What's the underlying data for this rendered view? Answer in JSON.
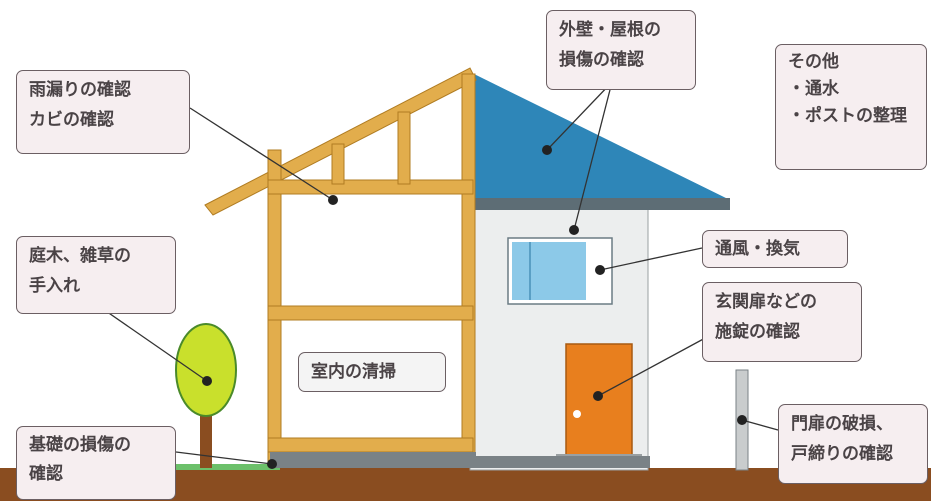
{
  "colors": {
    "timber": "#e2ad4c",
    "roof": "#2e86b8",
    "wall": "#eceeee",
    "door": "#e87f1e",
    "ground": "#8a4d20",
    "grass": "#6cc06a",
    "tree": "#c9e02c",
    "window": "#8cc9e8",
    "label_bg": "#f6eef0"
  },
  "labels": {
    "rain_leak": [
      "雨漏りの確認",
      "カビの確認"
    ],
    "exterior": [
      "外壁・屋根の",
      "損傷の確認"
    ],
    "other": {
      "title": "その他",
      "items": [
        "・通水",
        "・ポストの整理"
      ]
    },
    "ventilation": "通風・換気",
    "garden": [
      "庭木、雑草の",
      "手入れ"
    ],
    "entrance": [
      "玄関扉などの",
      "施錠の確認"
    ],
    "cleaning": "室内の清掃",
    "foundation": [
      "基礎の損傷の",
      "確認"
    ],
    "gate": [
      "門扉の破損、",
      "戸締りの確認"
    ]
  }
}
